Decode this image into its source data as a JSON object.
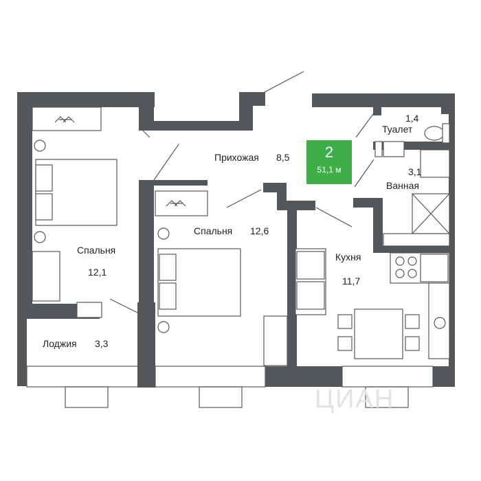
{
  "apartment": {
    "rooms": "2",
    "total_area": "51,1 м"
  },
  "rooms": {
    "hall": {
      "label": "Прихожая",
      "area": "8,5"
    },
    "bedroom1": {
      "label": "Спальня",
      "area": "12,1"
    },
    "bedroom2": {
      "label": "Спальня",
      "area": "12,6"
    },
    "kitchen": {
      "label": "Кухня",
      "area": "11,7"
    },
    "toilet": {
      "label": "Туалет",
      "area": "1,4"
    },
    "bathroom": {
      "label": "Ванная",
      "area": "3,1"
    },
    "loggia": {
      "label": "Лоджия",
      "area": "3,3"
    }
  },
  "watermark": "ЦИАН",
  "colors": {
    "wall": "#54575a",
    "badge": "#3fae49",
    "furniture": "#54575a"
  }
}
